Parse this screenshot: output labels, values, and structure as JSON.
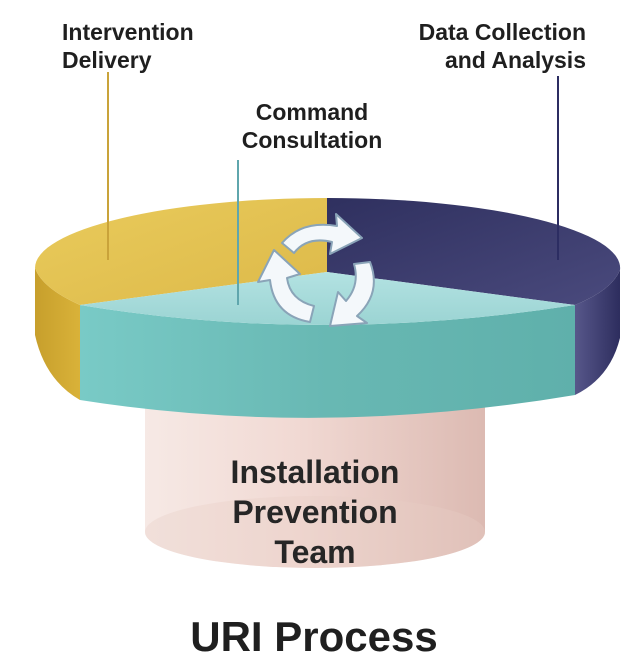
{
  "diagram": {
    "title": "URI Process",
    "segments": [
      {
        "id": "intervention",
        "lines": [
          "Intervention",
          "Delivery"
        ],
        "color": "#e3c14e"
      },
      {
        "id": "command",
        "lines": [
          "Command",
          "Consultation"
        ],
        "color": "#a9dcdc"
      },
      {
        "id": "data",
        "lines": [
          "Data Collection",
          "and Analysis"
        ],
        "color": "#3b3c6d"
      }
    ],
    "base": {
      "lines": [
        "Installation",
        "Prevention",
        "Team"
      ],
      "color": "#f1d9d3"
    },
    "center_icon": "cycle-arrows-icon",
    "leader_colors": {
      "intervention": "#c9a33a",
      "command": "#5fa6ad",
      "data": "#2c2d62"
    }
  }
}
